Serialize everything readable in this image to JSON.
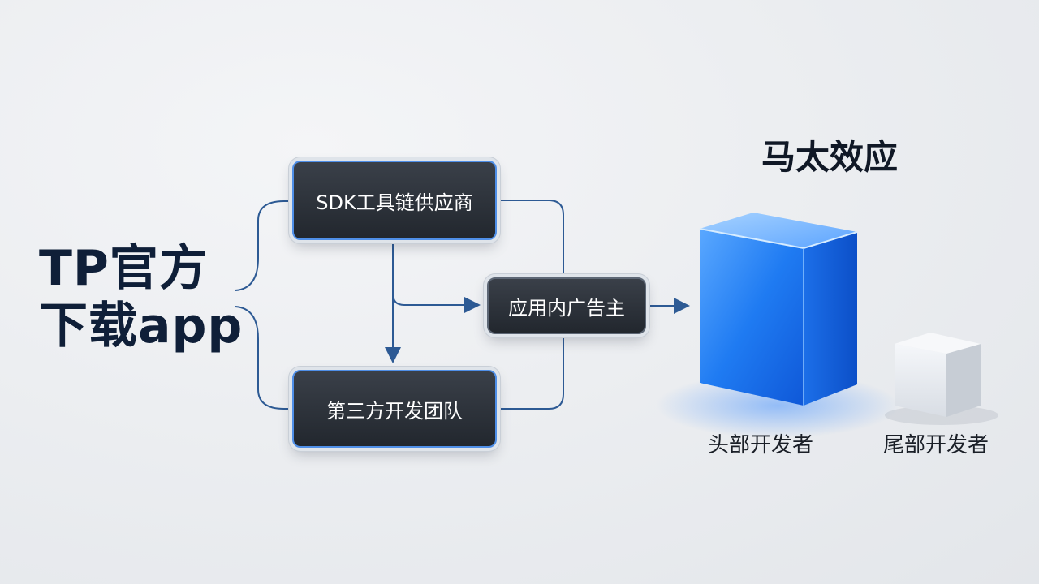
{
  "title": {
    "line1": "TP官方",
    "line2": "下载app"
  },
  "nodes": {
    "sdk": "SDK工具链供应商",
    "third_party": "第三方开发团队",
    "advertiser": "应用内广告主"
  },
  "effect": {
    "title": "马太效应",
    "head_label": "头部开发者",
    "tail_label": "尾部开发者"
  },
  "colors": {
    "connector": "#2d5a94",
    "node_border": "#4f8fe8",
    "large_cube": "#1f7bf2",
    "small_cube": "#dfe3e8"
  }
}
